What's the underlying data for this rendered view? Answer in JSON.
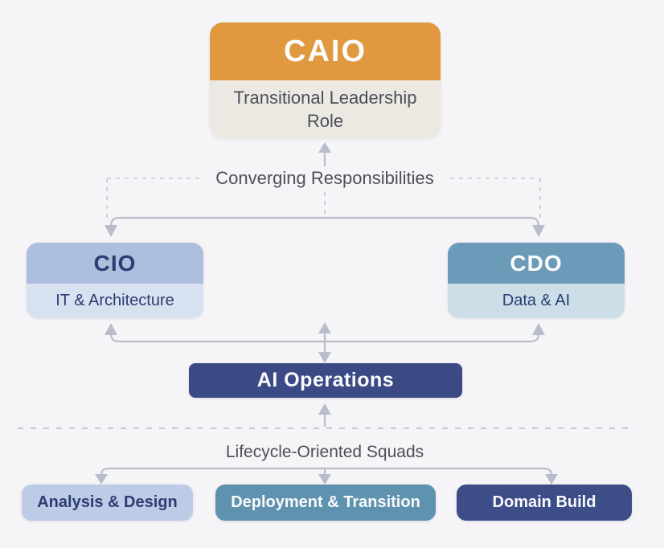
{
  "background": "#F5F4F6",
  "colors": {
    "connector": "#B9BDCA",
    "dashed": "#C6C8D2",
    "label_text": "#4C5157"
  },
  "caio": {
    "title": "CAIO",
    "subtitle": "Transitional Leadership Role",
    "header_bg": "#E0993E",
    "body_bg": "#ECE9E2",
    "title_color": "#FDFDFD",
    "subtitle_color": "#4A4F58"
  },
  "converging_label": "Converging Responsibilities",
  "cio": {
    "title": "CIO",
    "subtitle": "IT & Architecture",
    "header_bg": "#AEBEDD",
    "body_bg": "#D8E1EF",
    "title_color": "#2B3D73",
    "subtitle_color": "#2B3D73"
  },
  "cdo": {
    "title": "CDO",
    "subtitle": "Data & AI",
    "header_bg": "#6C9BBA",
    "body_bg": "#CCDFE9",
    "title_color": "#FDFDFD",
    "subtitle_color": "#2B3D73"
  },
  "ai_operations": {
    "label": "AI Operations",
    "bg": "#3B4A85",
    "text_color": "#FAFAFC"
  },
  "lifecycle_label": "Lifecycle-Oriented Squads",
  "squads": [
    {
      "label": "Analysis & Design",
      "bg": "#BECBE7",
      "text_color": "#2B3D73"
    },
    {
      "label": "Deployment & Transition",
      "bg": "#5E92AF",
      "text_color": "#FAFAFC"
    },
    {
      "label": "Domain Build",
      "bg": "#3C4D88",
      "text_color": "#FAFAFC"
    }
  ]
}
